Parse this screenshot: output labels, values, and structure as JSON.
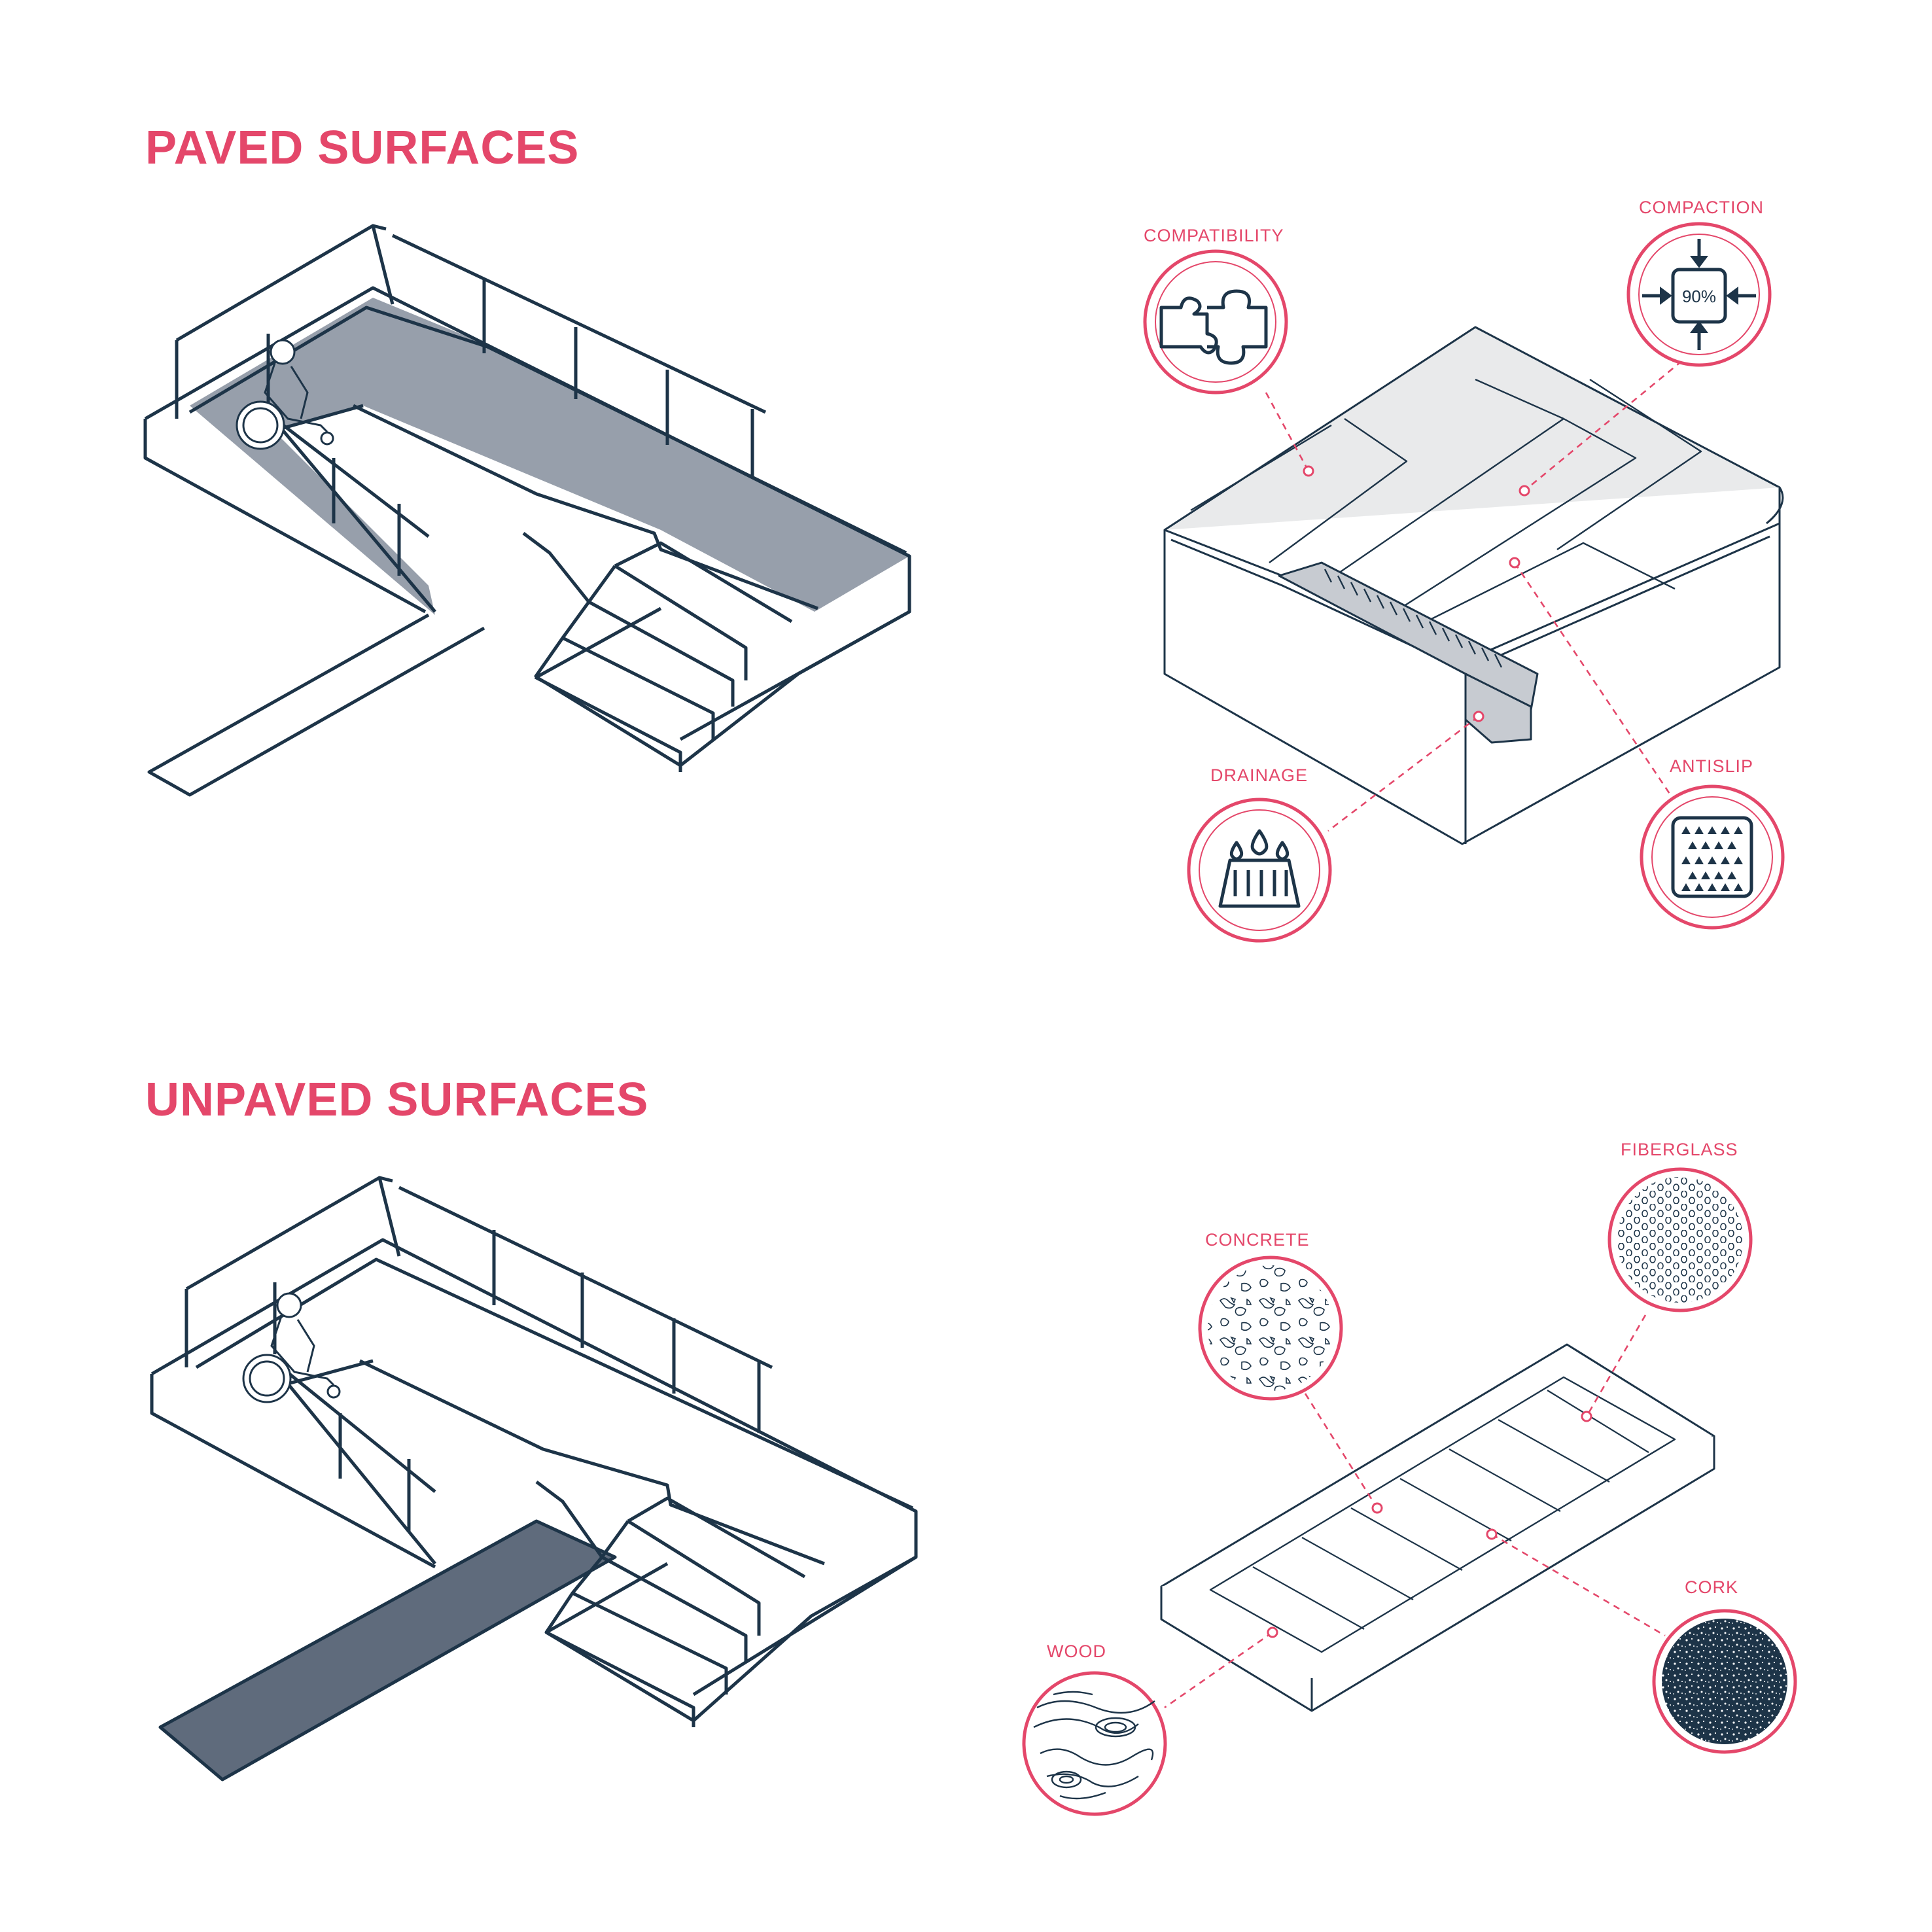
{
  "sections": {
    "paved": {
      "title": "PAVED SURFACES",
      "features": {
        "compatibility": "COMPATIBILITY",
        "compaction": "COMPACTION",
        "compaction_value": "90%",
        "drainage": "DRAINAGE",
        "antislip": "ANTISLIP"
      }
    },
    "unpaved": {
      "title": "UNPAVED SURFACES",
      "materials": {
        "concrete": "CONCRETE",
        "fiberglass": "FIBERGLASS",
        "cork": "CORK",
        "wood": "WOOD"
      }
    }
  },
  "colors": {
    "accent": "#e4476a",
    "line": "#1d3448",
    "paved_fill": "#979fab",
    "unpaved_fill": "#5f6b7c",
    "tile_fill": "#e9eaeb"
  },
  "icons": [
    "puzzle-icon",
    "compaction-icon",
    "drainage-icon",
    "antislip-icon"
  ]
}
